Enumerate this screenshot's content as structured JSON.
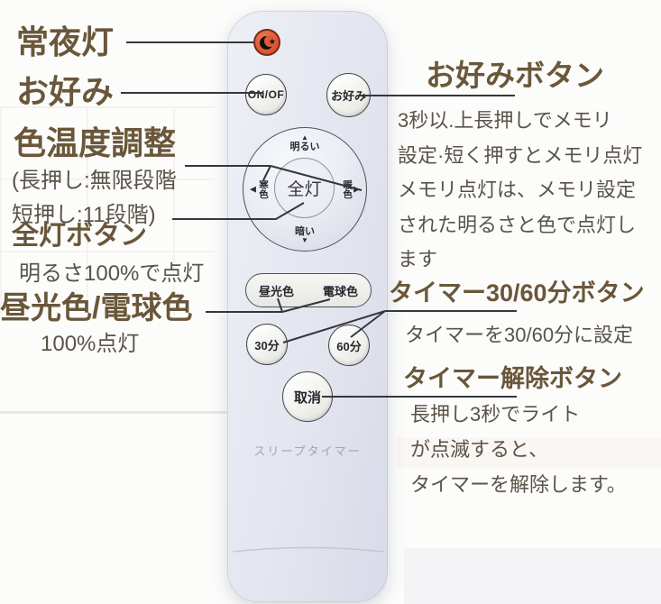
{
  "left_annotations": {
    "night_light_label": "常夜灯",
    "favorite_label": "お好み",
    "color_temp_heading": "色温度調整",
    "color_temp_sub1": "(長押し:無限段階",
    "color_temp_sub2": "短押し:11段階)",
    "all_light_heading": "全灯ボタン",
    "all_light_sub": "明るさ100%で点灯",
    "daylight_heading": "昼光色/電球色",
    "daylight_sub": "100%点灯"
  },
  "right_annotations": {
    "favorite_heading": "お好みボタン",
    "favorite_lines": [
      "3秒以.上長押しでメモリ",
      "設定·短く押すとメモリ点灯",
      "メモリ点灯は、メモリ設定",
      "された明るさと色で点灯し",
      "ます"
    ],
    "timer_heading": "タイマー30/60分ボタン",
    "timer_sub": "タイマーを30/60分に設定",
    "cancel_heading": "タイマー解除ボタン",
    "cancel_lines": [
      "長押し3秒でライト",
      "が点滅すると、",
      "タイマーを解除します。"
    ]
  },
  "remote": {
    "power_button": "ON/OF",
    "favorite_button": "お好み",
    "dpad": {
      "up": "明るい",
      "down": "暗い",
      "left": "寒色",
      "right": "暖色",
      "center": "全灯",
      "up_arrow": "▲",
      "down_arrow": "▼",
      "left_arrow": "◀",
      "right_arrow": "▶"
    },
    "daylight_button": "昼光色",
    "warm_button": "電球色",
    "timer30_button": "30分",
    "timer60_button": "60分",
    "cancel_button": "取消",
    "sleep_timer_label": "スリープタイマー",
    "night_icon_star": "★"
  },
  "colors": {
    "heading_brown": "#6a573a",
    "body_text": "#5a5348",
    "night_button_red": "#dd5c37",
    "night_button_border": "#7c2817",
    "remote_body": "#e3e5ef",
    "connector_line": "#36373d",
    "sleep_label_gray": "#a2a5b3"
  }
}
